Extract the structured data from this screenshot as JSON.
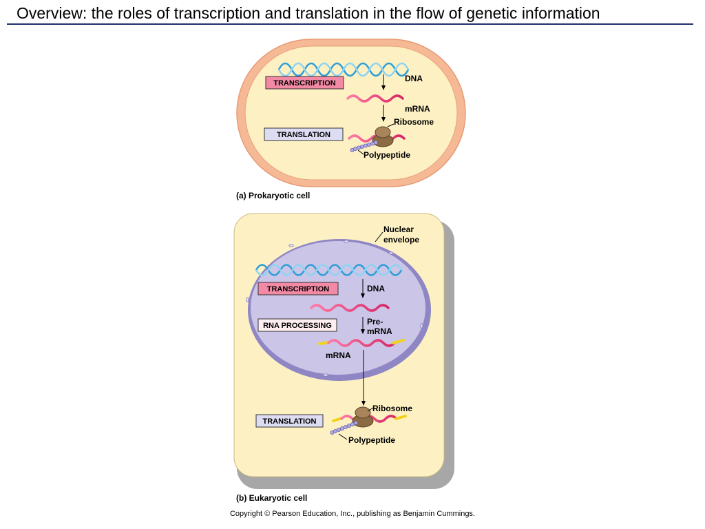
{
  "title": "Overview: the roles of transcription and translation in the flow of genetic information",
  "prokaryote": {
    "caption": "(a) Prokaryotic cell",
    "steps": {
      "transcription": "TRANSCRIPTION",
      "translation": "TRANSLATION"
    },
    "labels": {
      "dna": "DNA",
      "mrna": "mRNA",
      "ribosome": "Ribosome",
      "polypeptide": "Polypeptide"
    }
  },
  "eukaryote": {
    "caption": "(b) Eukaryotic cell",
    "steps": {
      "transcription": "TRANSCRIPTION",
      "rna_processing": "RNA PROCESSING",
      "translation": "TRANSLATION"
    },
    "labels": {
      "nuclear_envelope_1": "Nuclear",
      "nuclear_envelope_2": "envelope",
      "dna": "DNA",
      "pre_mrna_1": "Pre-",
      "pre_mrna_2": "mRNA",
      "mrna": "mRNA",
      "ribosome": "Ribosome",
      "polypeptide": "Polypeptide"
    }
  },
  "copyright": "Copyright © Pearson Education, Inc., publishing as Benjamin Cummings.",
  "colors": {
    "dna": "#3aa8d8",
    "mrna": "#e0306e",
    "cap": "#f2d21a",
    "cell_wall": "#f4b48e",
    "cytoplasm": "#fdf1c4",
    "nucleus": "#c9c3e6",
    "nucleus_edge": "#8d84c2",
    "transcription_box": "#f28aa6",
    "translation_box": "#dcdcf2",
    "ribosome": "#8b6a44",
    "polypeptide": "#9088d0"
  }
}
